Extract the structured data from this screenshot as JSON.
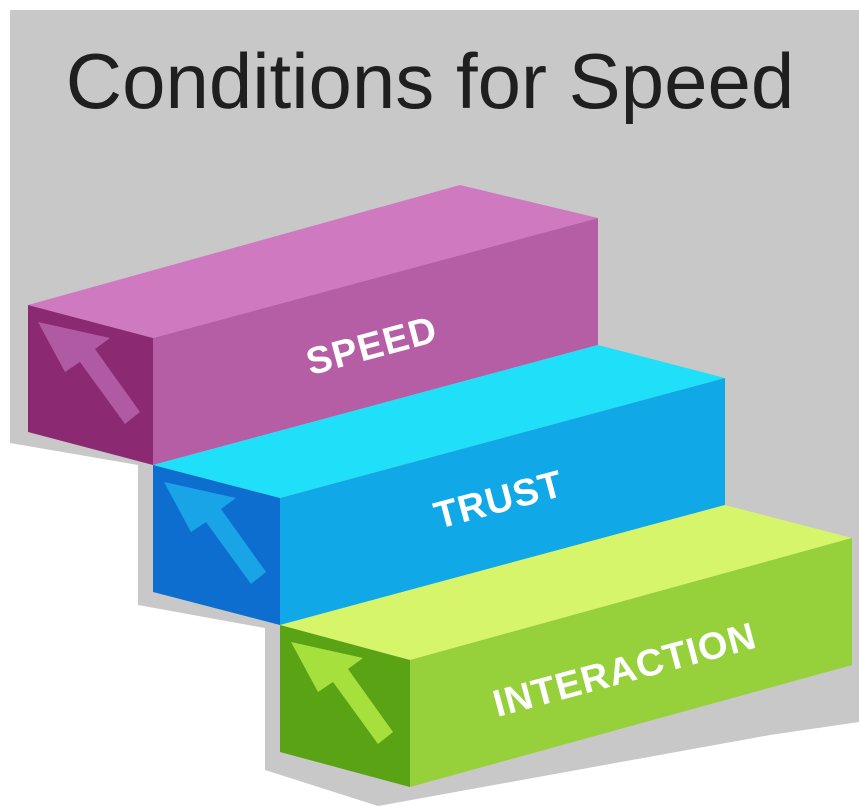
{
  "title": "Conditions for Speed",
  "steps": [
    {
      "label": "SPEED",
      "colors": {
        "top": "#cf7ac0",
        "front": "#b55ea6",
        "side": "#8b2a72",
        "arrow": "#b05aa3"
      }
    },
    {
      "label": "TRUST",
      "colors": {
        "top": "#1fe0f8",
        "front": "#10a8e6",
        "side": "#0d6ed0",
        "arrow": "#1aa4e8"
      }
    },
    {
      "label": "INTERACTION",
      "colors": {
        "top": "#d6f56a",
        "front": "#96d03a",
        "side": "#5aa315",
        "arrow": "#a6e03c"
      }
    }
  ],
  "colors": {
    "background": "#c8c8c8",
    "title": "#1f1f1f"
  },
  "icons": [
    "arrow-up-left-icon"
  ]
}
